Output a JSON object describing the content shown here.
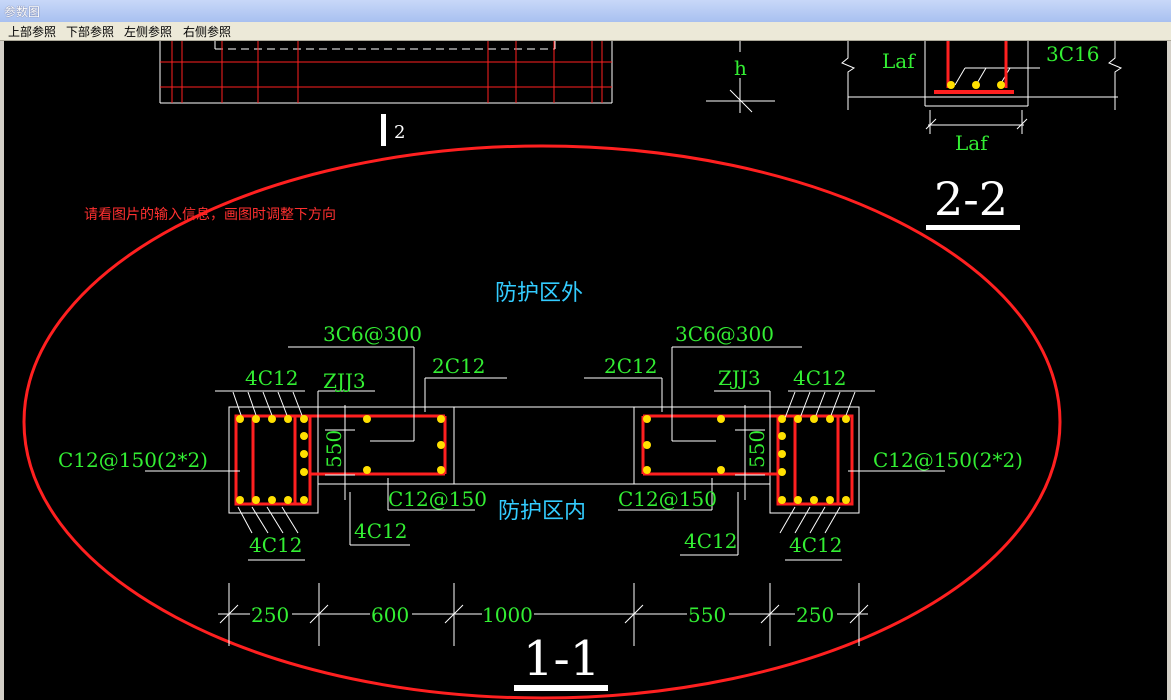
{
  "window": {
    "title": "参数图"
  },
  "menu": [
    "上部参照",
    "下部参照",
    "左侧参照",
    "右侧参照"
  ],
  "colors": {
    "rebar": "#ff2020",
    "dot": "#ffe000",
    "label": "#33ee33",
    "zone": "#33ccff",
    "line": "#ffffff",
    "note": "#ff3030"
  },
  "drawing": {
    "note": "请看图片的输入信息，画图时调整下方向",
    "zone_outside": "防护区外",
    "zone_inside": "防护区内",
    "section_11": "1-1",
    "section_22": "2-2",
    "section_marker": "2",
    "h_label": "h",
    "laf_top": "Laf",
    "laf_bottom": "Laf",
    "bar_3c16": "3C16",
    "left": {
      "stirrup_3c6": "3C6@300",
      "top_4c12": "4C12",
      "zjj3": "ZJJ3",
      "bar_2c12": "2C12",
      "c12_2x2": "C12@150(2*2)",
      "dim_550": "550",
      "c12_150": "C12@150",
      "bottom_4c12": "4C12",
      "inner_4c12": "4C12"
    },
    "right": {
      "stirrup_3c6": "3C6@300",
      "bar_2c12": "2C12",
      "zjj3": "ZJJ3",
      "top_4c12": "4C12",
      "c12_2x2": "C12@150(2*2)",
      "dim_550": "550",
      "c12_150": "C12@150",
      "inner_4c12": "4C12",
      "bottom_4c12": "4C12"
    },
    "dims": [
      "250",
      "600",
      "1000",
      "550",
      "250"
    ]
  }
}
